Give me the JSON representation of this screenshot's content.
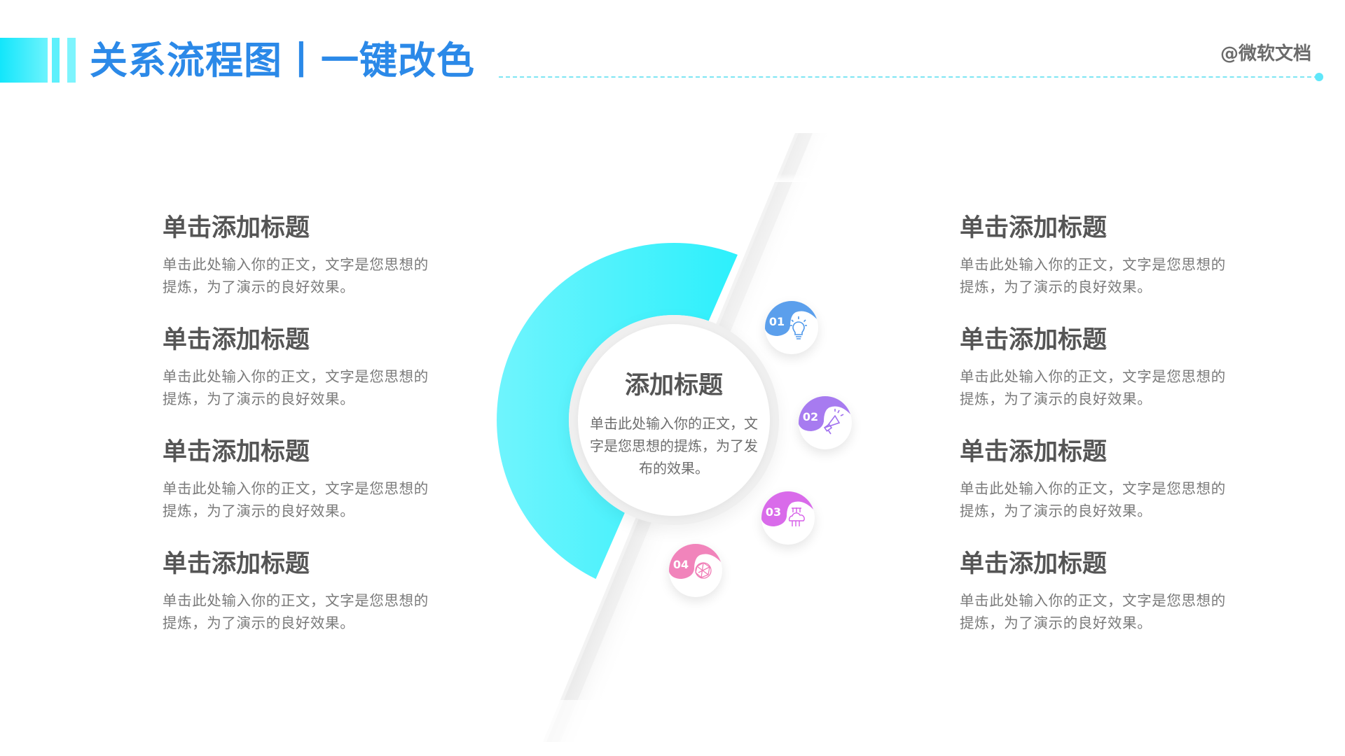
{
  "header": {
    "title": "关系流程图丨一键改色",
    "brand": "@微软文档",
    "accent_color": "#2b89e8",
    "gradient_colors": [
      "#12e6fb",
      "#6df3fd"
    ]
  },
  "center": {
    "title": "添加标题",
    "body": "单击此处输入你的正文，文字是您思想的提炼，为了发布的效果。",
    "ring_colors": [
      "#6ff4fd",
      "#0deefb"
    ]
  },
  "badges": [
    {
      "number": "01",
      "icon": "lightbulb-icon",
      "color": "#4d97ea"
    },
    {
      "number": "02",
      "icon": "megaphone-icon",
      "color": "#a070ef"
    },
    {
      "number": "03",
      "icon": "cloud-network-icon",
      "color": "#d65ee8"
    },
    {
      "number": "04",
      "icon": "globe-network-icon",
      "color": "#f07ab5"
    }
  ],
  "left_blocks": [
    {
      "title": "单击添加标题",
      "body": "单击此处输入你的正文，文字是您思想的提炼，为了演示的良好效果。"
    },
    {
      "title": "单击添加标题",
      "body": "单击此处输入你的正文，文字是您思想的提炼，为了演示的良好效果。"
    },
    {
      "title": "单击添加标题",
      "body": "单击此处输入你的正文，文字是您思想的提炼，为了演示的良好效果。"
    },
    {
      "title": "单击添加标题",
      "body": "单击此处输入你的正文，文字是您思想的提炼，为了演示的良好效果。"
    }
  ],
  "right_blocks": [
    {
      "title": "单击添加标题",
      "body": "单击此处输入你的正文，文字是您思想的提炼，为了演示的良好效果。"
    },
    {
      "title": "单击添加标题",
      "body": "单击此处输入你的正文，文字是您思想的提炼，为了演示的良好效果。"
    },
    {
      "title": "单击添加标题",
      "body": "单击此处输入你的正文，文字是您思想的提炼，为了演示的良好效果。"
    },
    {
      "title": "单击添加标题",
      "body": "单击此处输入你的正文，文字是您思想的提炼，为了演示的良好效果。"
    }
  ]
}
